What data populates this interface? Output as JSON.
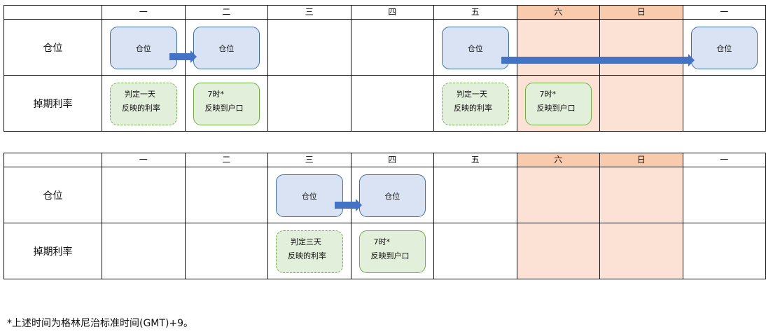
{
  "tables": [
    {
      "days": [
        "一",
        "二",
        "三",
        "四",
        "五",
        "六",
        "日",
        "一"
      ],
      "weekend_columns": [
        "六",
        "日"
      ],
      "rows": [
        {
          "label": "仓位"
        },
        {
          "label": "掉期利率"
        }
      ],
      "position_boxes": [
        {
          "day_index": 0,
          "text": "仓位"
        },
        {
          "day_index": 1,
          "text": "仓位"
        },
        {
          "day_index": 4,
          "text": "仓位"
        },
        {
          "day_index": 7,
          "text": "仓位"
        }
      ],
      "rate_boxes": [
        {
          "day_index": 0,
          "style": "dashed",
          "line1": "判定一天",
          "line2": "反映的利率"
        },
        {
          "day_index": 1,
          "style": "solid",
          "line1": "7时*",
          "line2": "反映到户口"
        },
        {
          "day_index": 4,
          "style": "dashed",
          "line1": "判定一天",
          "line2": "反映的利率"
        },
        {
          "day_index": 5,
          "style": "solid",
          "line1": "7时*",
          "line2": "反映到户口"
        }
      ],
      "arrows": [
        {
          "from_day": 0,
          "to_day": 1
        },
        {
          "from_day": 4,
          "to_day": 7
        }
      ]
    },
    {
      "days": [
        "一",
        "二",
        "三",
        "四",
        "五",
        "六",
        "日",
        "一"
      ],
      "weekend_columns": [
        "六",
        "日"
      ],
      "rows": [
        {
          "label": "仓位"
        },
        {
          "label": "掉期利率"
        }
      ],
      "position_boxes": [
        {
          "day_index": 2,
          "text": "仓位"
        },
        {
          "day_index": 3,
          "text": "仓位"
        }
      ],
      "rate_boxes": [
        {
          "day_index": 2,
          "style": "dashed",
          "line1": "判定三天",
          "line2": "反映的利率"
        },
        {
          "day_index": 3,
          "style": "solid",
          "line1": "7时*",
          "line2": "反映到户口"
        }
      ],
      "arrows": [
        {
          "from_day": 2,
          "to_day": 3
        }
      ]
    }
  ],
  "colors": {
    "position_fill": "#dae3f3",
    "position_border": "#41719c",
    "rate_fill": "#e2efda",
    "rate_border": "#70ad47",
    "arrow": "#4472c4",
    "weekend_header": "#f8cbad",
    "weekend_cell": "#fbe2d5"
  },
  "footnote": "*上述时间为格林尼治标准时间(GMT)+9。"
}
